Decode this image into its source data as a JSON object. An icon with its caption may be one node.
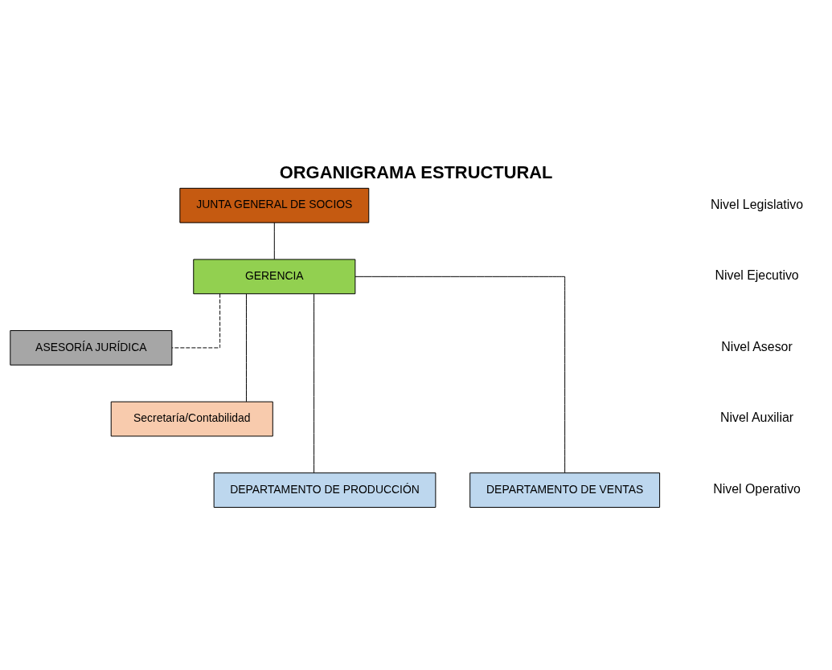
{
  "diagram": {
    "title": "ORGANIGRAMA ESTRUCTURAL",
    "nodes": [
      {
        "text": [
          "JUNTA GENERAL DE SOCIOS"
        ]
      },
      {
        "text": [
          "GERENCIA"
        ]
      },
      {
        "text": [
          "ASESORÍA JURÍDICA"
        ]
      },
      {
        "text": [
          "Secretaría/Contabilidad"
        ]
      },
      {
        "text": [
          "DEPARTAMENTO DE PRODUCCIÓN"
        ]
      },
      {
        "text": [
          "DEPARTAMENTO DE VENTAS"
        ]
      }
    ],
    "edges": [
      {
        "from": 0,
        "to": 1,
        "arrow": "none"
      },
      {
        "from": 1,
        "to": 2,
        "arrow": "none",
        "style": "dashed"
      },
      {
        "from": 1,
        "to": 3,
        "arrow": "none"
      },
      {
        "from": 1,
        "to": 4,
        "arrow": "none"
      },
      {
        "from": 1,
        "to": 5,
        "arrow": "none"
      }
    ],
    "labels": [
      "Nivel Legislativo",
      "Nivel Ejecutivo",
      "Nivel Asesor",
      "Nivel Auxiliar",
      "Nivel Operativo"
    ]
  }
}
